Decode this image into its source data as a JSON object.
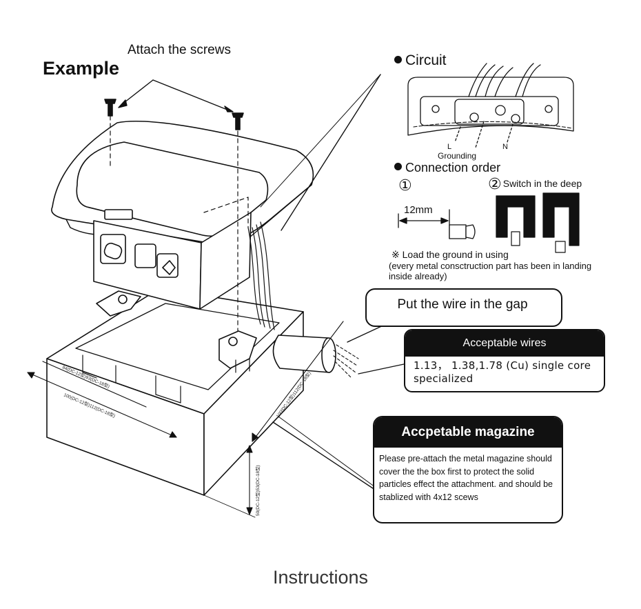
{
  "example_title": "Example",
  "screws_label": "Attach the screws",
  "circuit": {
    "title": "Circuit",
    "grounding": "Grounding",
    "l_label": "L",
    "n_label": "N"
  },
  "connection": {
    "title": "Connection order",
    "step1": "①",
    "step2_num": "②",
    "step2_text": "Switch in the deep",
    "strip_length": "12mm",
    "ground_note": "※ Load the ground in using",
    "metal_note": "(every metal consctruction part has been in landing inside already)"
  },
  "gap_bubble": "Put the wire in the gap",
  "acceptable_wires": {
    "title": "Acceptable wires",
    "body": "1.13， 1.38,1.78 (Cu) single core specialized"
  },
  "magazine": {
    "title": "Accpetable magazine",
    "body": "Please pre-attach the metal magazine should cover the the box first to protect the solid particles effect the attachment. and should be stablized with 4x12 scews"
  },
  "dimensions": {
    "width_a": "84(DC-12型)93(DC-18型)",
    "width_b": "100(DC-12型)112(DC-18型)",
    "depth": "100(DC-12型)112(DC-18型)",
    "height": "50(DC-12型)53(DC-18型)"
  },
  "footer_caption": "Instructions",
  "colors": {
    "ink": "#111111",
    "header_bg": "#111111",
    "header_text": "#ffffff"
  }
}
